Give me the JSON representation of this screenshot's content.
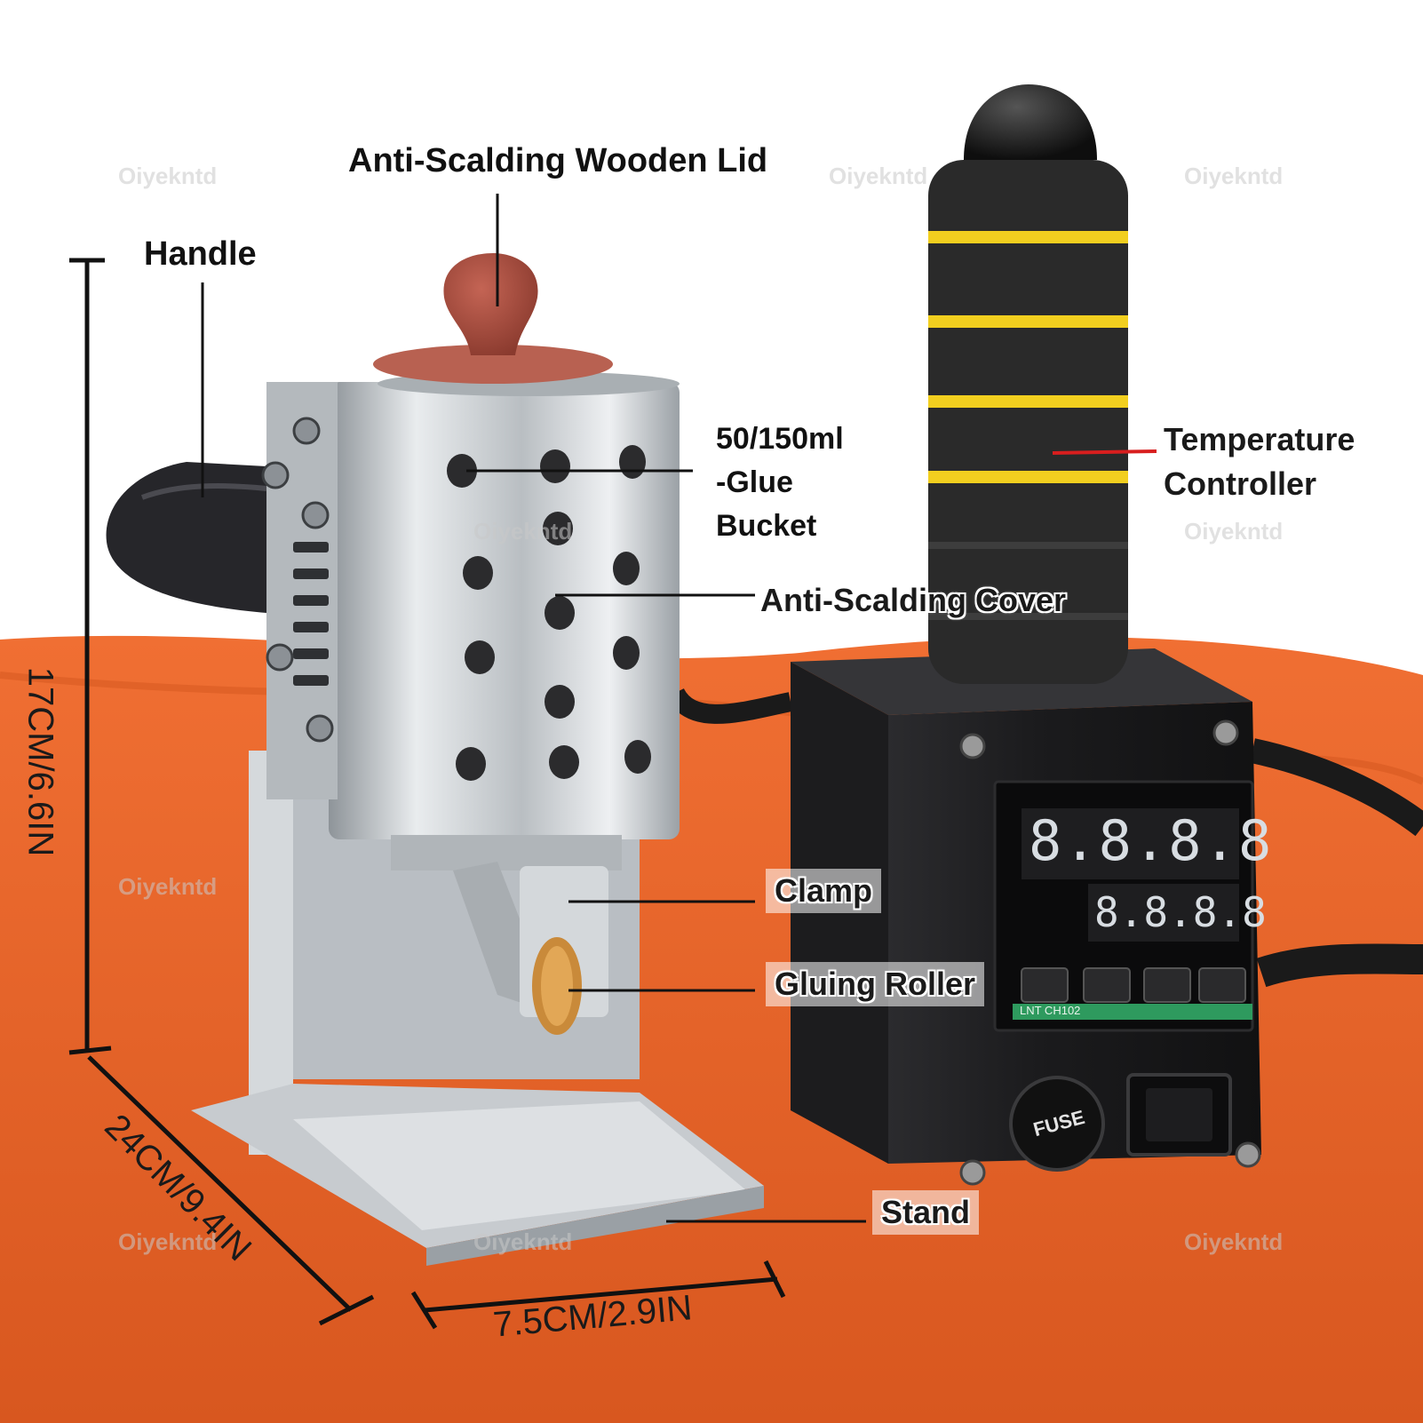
{
  "labels": {
    "wooden_lid": "Anti-Scalding Wooden Lid",
    "handle": "Handle",
    "glue_bucket_line1": "50/150ml",
    "glue_bucket_line2": "-Glue",
    "glue_bucket_line3": "Bucket",
    "temp_controller_line1": "Temperature",
    "temp_controller_line2": "Controller",
    "cover": "Anti-Scalding Cover",
    "clamp": "Clamp",
    "gluing_roller": "Gluing Roller",
    "stand": "Stand"
  },
  "dimensions": {
    "height": "17CM/6.6IN",
    "length": "24CM/9.4IN",
    "width": "7.5CM/2.9IN"
  },
  "watermark": "Oiyekntd",
  "device": {
    "fuse_label": "FUSE",
    "model_label": "LNT CH102",
    "display_top": "8.8.8.8",
    "display_bottom": "8.8.8.8"
  },
  "colors": {
    "background_cloth": "#e8632a",
    "steel": "#c9cdd0",
    "controller_box": "#1d1d1f",
    "foam": "#2a2a2a",
    "foam_stripe": "#f2cf1f",
    "led": "#d8dde2",
    "lid_wood": "#a0483c",
    "accent_line": "#d81e1e"
  }
}
